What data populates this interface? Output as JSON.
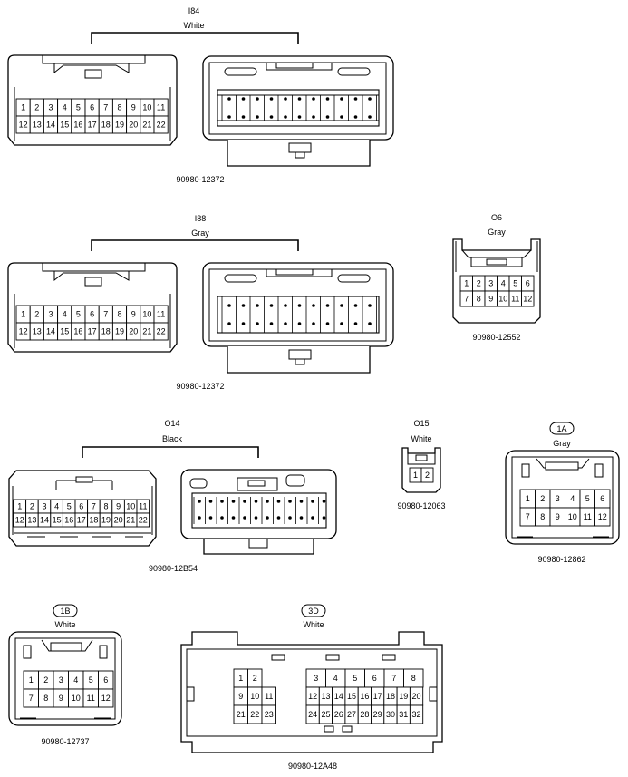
{
  "connectors": {
    "i84": {
      "code": "I84",
      "color": "White",
      "part": "90980-12372",
      "row1": [
        "1",
        "2",
        "3",
        "4",
        "5",
        "6",
        "7",
        "8",
        "9",
        "10",
        "11"
      ],
      "row2": [
        "12",
        "13",
        "14",
        "15",
        "16",
        "17",
        "18",
        "19",
        "20",
        "21",
        "22"
      ]
    },
    "i88": {
      "code": "I88",
      "color": "Gray",
      "part": "90980-12372",
      "row1": [
        "1",
        "2",
        "3",
        "4",
        "5",
        "6",
        "7",
        "8",
        "9",
        "10",
        "11"
      ],
      "row2": [
        "12",
        "13",
        "14",
        "15",
        "16",
        "17",
        "18",
        "19",
        "20",
        "21",
        "22"
      ]
    },
    "o6": {
      "code": "O6",
      "color": "Gray",
      "part": "90980-12552",
      "row1": [
        "1",
        "2",
        "3",
        "4",
        "5",
        "6"
      ],
      "row2": [
        "7",
        "8",
        "9",
        "10",
        "11",
        "12"
      ]
    },
    "o14": {
      "code": "O14",
      "color": "Black",
      "part": "90980-12B54",
      "row1": [
        "1",
        "2",
        "3",
        "4",
        "5",
        "6",
        "7",
        "8",
        "9",
        "10",
        "11"
      ],
      "row2": [
        "12",
        "13",
        "14",
        "15",
        "16",
        "17",
        "18",
        "19",
        "20",
        "21",
        "22"
      ]
    },
    "o15": {
      "code": "O15",
      "color": "White",
      "part": "90980-12063",
      "row1": [
        "1",
        "2"
      ]
    },
    "c1a": {
      "code": "1A",
      "color": "Gray",
      "part": "90980-12862",
      "row1": [
        "1",
        "2",
        "3",
        "4",
        "5",
        "6"
      ],
      "row2": [
        "7",
        "8",
        "9",
        "10",
        "11",
        "12"
      ]
    },
    "c1b": {
      "code": "1B",
      "color": "White",
      "part": "90980-12737",
      "row1": [
        "1",
        "2",
        "3",
        "4",
        "5",
        "6"
      ],
      "row2": [
        "7",
        "8",
        "9",
        "10",
        "11",
        "12"
      ]
    },
    "c3d": {
      "code": "3D",
      "color": "White",
      "part": "90980-12A48",
      "left": [
        [
          "1",
          "2"
        ],
        [
          "9",
          "10",
          "11"
        ],
        [
          "21",
          "22",
          "23"
        ]
      ],
      "right": [
        [
          "3",
          "4",
          "5",
          "6",
          "7",
          "8"
        ],
        [
          "12",
          "13",
          "14",
          "15",
          "16",
          "17",
          "18",
          "19",
          "20"
        ],
        [
          "24",
          "25",
          "26",
          "27",
          "28",
          "29",
          "30",
          "31",
          "32"
        ]
      ]
    }
  }
}
